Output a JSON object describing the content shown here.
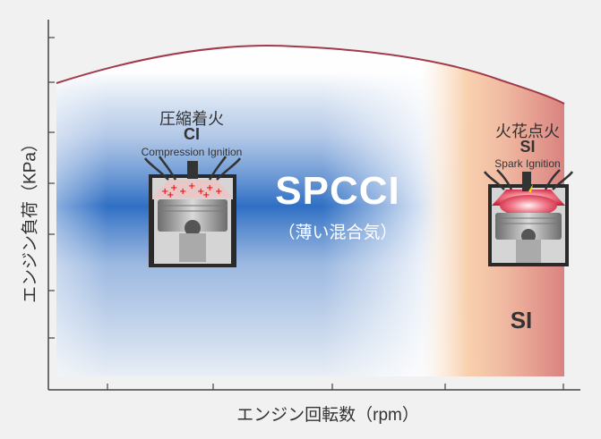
{
  "diagram": {
    "y_axis_label": "エンジン負荷（KPa）",
    "x_axis_label": "エンジン回転数（rpm）",
    "ci": {
      "label_jp": "圧縮着火",
      "label_abbr": "CI",
      "label_en": "Compression Ignition",
      "icon": "piston-compression-ignition-icon"
    },
    "si": {
      "label_jp": "火花点火",
      "label_abbr": "SI",
      "label_en": "Spark Ignition",
      "icon": "piston-spark-ignition-icon"
    },
    "spcci": {
      "title": "SPCCI",
      "subtitle": "（薄い混合気）"
    },
    "si_region_label": "SI",
    "colors": {
      "spcci_blue": "#2f6fc4",
      "si_orange": "#f7c9a1",
      "si_red": "#d67a7a",
      "boundary": "#a33a4a",
      "axis": "#444444"
    }
  }
}
